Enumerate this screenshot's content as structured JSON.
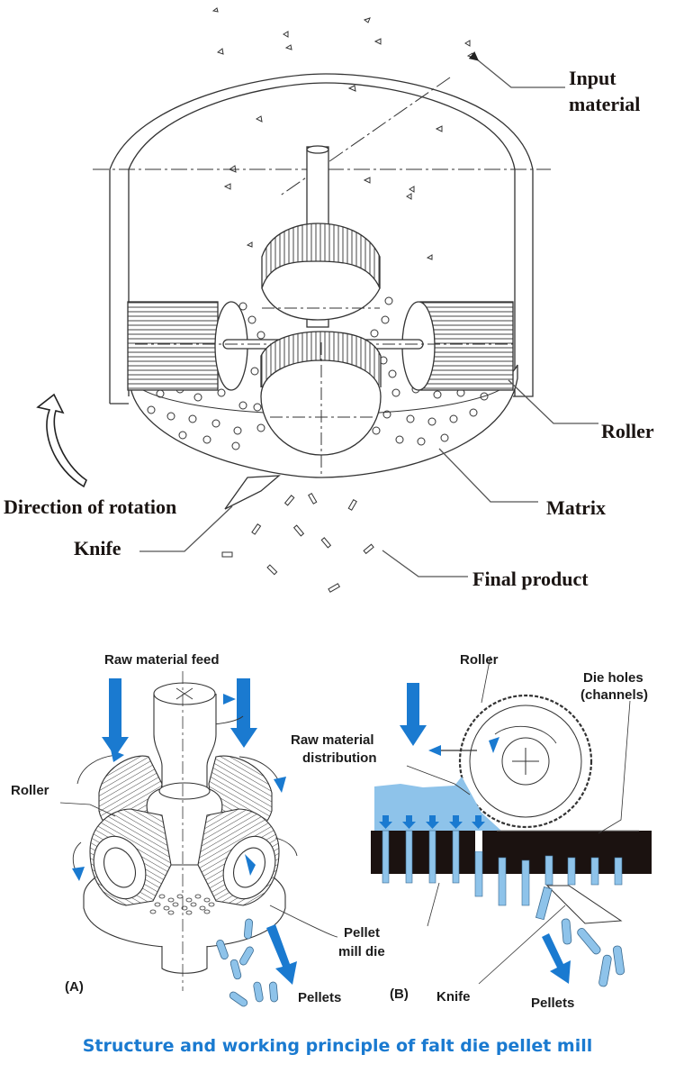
{
  "top_diagram": {
    "labels": {
      "input_material_line1": "Input",
      "input_material_line2": "material",
      "roller": "Roller",
      "matrix": "Matrix",
      "direction_of_rotation": "Direction of rotation",
      "knife": "Knife",
      "final_product": "Final product"
    }
  },
  "diagram_a": {
    "panel_label": "(A)",
    "labels": {
      "raw_material_feed": "Raw material feed",
      "roller": "Roller",
      "pellet_mill_die_line1": "Pellet",
      "pellet_mill_die_line2": "mill die",
      "pellets": "Pellets"
    }
  },
  "diagram_b": {
    "panel_label": "(B)",
    "labels": {
      "roller": "Roller",
      "die_holes_line1": "Die holes",
      "die_holes_line2": "(channels)",
      "raw_material_distribution_line1": "Raw material",
      "raw_material_distribution_line2": "distribution",
      "knife": "Knife",
      "pellets": "Pellets"
    }
  },
  "caption": "Structure and working principle of falt die pellet mill",
  "colors": {
    "accent_blue": "#1a7ad0",
    "light_blue": "#8ec3ea",
    "die_black": "#1b1210",
    "line": "#333333"
  }
}
